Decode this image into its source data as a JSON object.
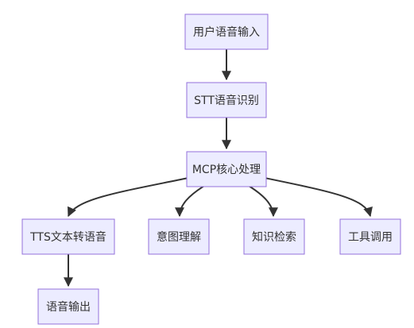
{
  "diagram": {
    "nodes": {
      "user_voice_input": "用户语音输入",
      "stt_recognition": "STT语音识别",
      "mcp_core": "MCP核心处理",
      "tts_convert": "TTS文本转语音",
      "intent_understanding": "意图理解",
      "knowledge_search": "知识检索",
      "tool_call": "工具调用",
      "voice_output": "语音输出"
    }
  }
}
